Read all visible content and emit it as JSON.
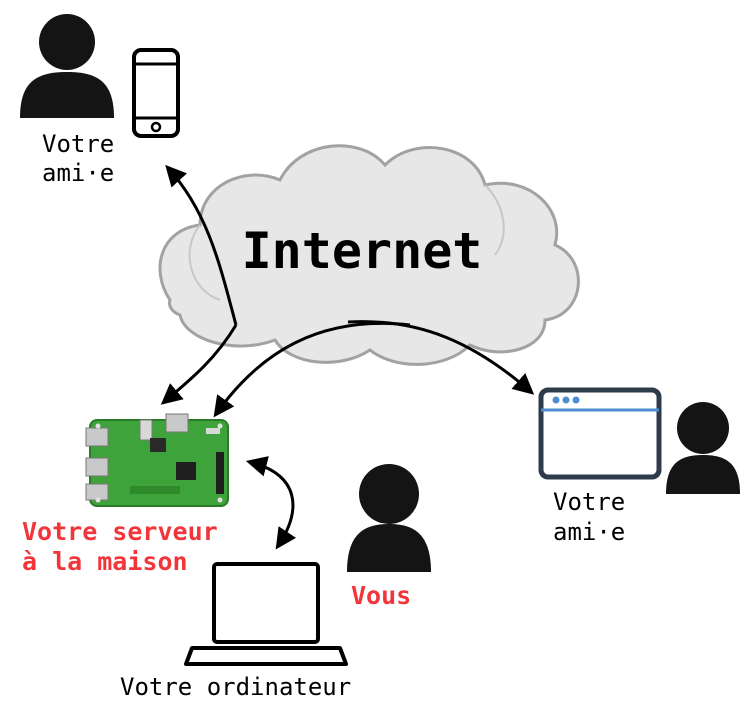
{
  "cloud": {
    "label": "Internet"
  },
  "friend_phone": {
    "label_line1": "Votre",
    "label_line2": "ami·e"
  },
  "friend_browser": {
    "label_line1": "Votre",
    "label_line2": "ami·e"
  },
  "server": {
    "label_line1": "Votre serveur",
    "label_line2": "à la maison"
  },
  "you": {
    "label": "Vous"
  },
  "computer": {
    "label": "Votre ordinateur"
  },
  "colors": {
    "highlight": "#f2353a",
    "cloud_fill": "#e7e7e7",
    "cloud_stroke": "#9a9a9a",
    "person": "#141414",
    "board_green": "#3fa33b",
    "browser_frame": "#2d3b4a",
    "browser_dots": "#4a8ed1"
  }
}
